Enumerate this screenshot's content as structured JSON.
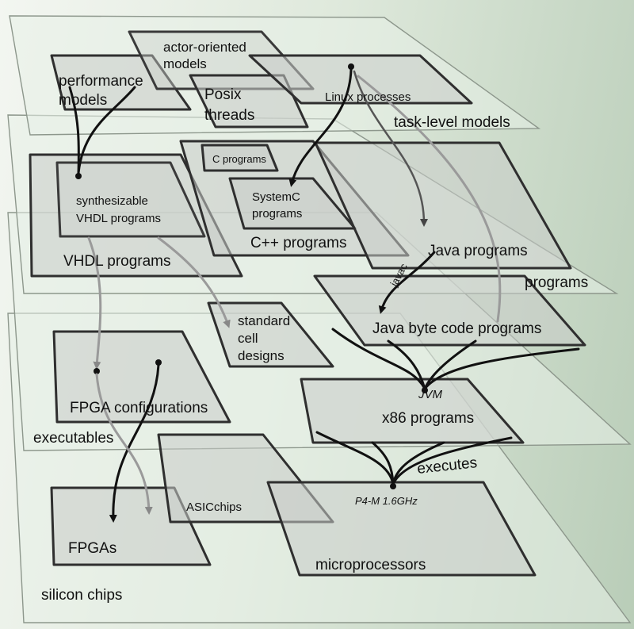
{
  "layers": {
    "task_level": "task-level models",
    "programs": "programs",
    "executables": "executables",
    "silicon": "silicon chips"
  },
  "boxes": {
    "actor_oriented": "actor-oriented\nmodels",
    "performance": "performance\nmodels",
    "posix": "Posix\nthreads",
    "linux": "Linux processes",
    "c_programs": "C programs",
    "synth_vhdl": "synthesizable\nVHDL programs",
    "systemc": "SystemC\nprograms",
    "cpp": "C++ programs",
    "vhdl": "VHDL programs",
    "java": "Java programs",
    "std_cell": "standard\ncell\ndesigns",
    "java_byte": "Java byte code programs",
    "fpga_conf": "FPGA configurations",
    "x86": "x86 programs",
    "asic": "ASICchips",
    "fpgas": "FPGAs",
    "microproc": "microprocessors"
  },
  "edge_labels": {
    "javac": "javac",
    "jvm": "JVM",
    "executes": "executes",
    "p4m": "P4-M 1.6GHz"
  }
}
